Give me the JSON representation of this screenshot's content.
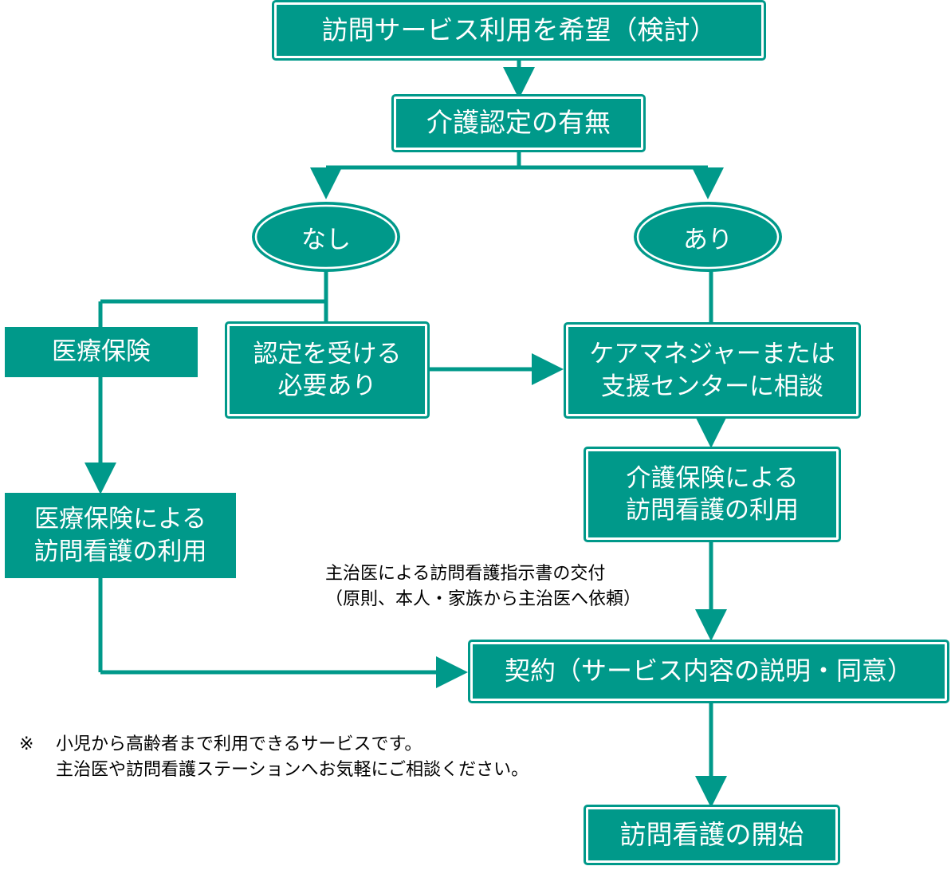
{
  "colors": {
    "node_fill": "#00998a",
    "arrow": "#00998a",
    "text": "#ffffff",
    "note_text": "#000000"
  },
  "nodes": {
    "start": "訪問サービス利用を希望（検討）",
    "care_cert": "介護認定の有無",
    "none": "なし",
    "yes": "あり",
    "medical_insurance": "医療保険",
    "need_cert": [
      "認定を受ける",
      "必要あり"
    ],
    "consult": [
      "ケアマネジャーまたは",
      "支援センターに相談"
    ],
    "care_visit": [
      "介護保険による",
      "訪問看護の利用"
    ],
    "medical_visit": [
      "医療保険による",
      "訪問看護の利用"
    ],
    "contract": "契約（サービス内容の説明・同意）",
    "begin": "訪問看護の開始"
  },
  "instruction_note": [
    "主治医による訪問看護指示書の交付",
    "（原則、本人・家族から主治医へ依頼）"
  ],
  "footnote": {
    "mark": "※",
    "lines": [
      "小児から高齢者まで利用できるサービスです。",
      "主治医や訪問看護ステーションへお気軽にご相談ください。"
    ]
  }
}
